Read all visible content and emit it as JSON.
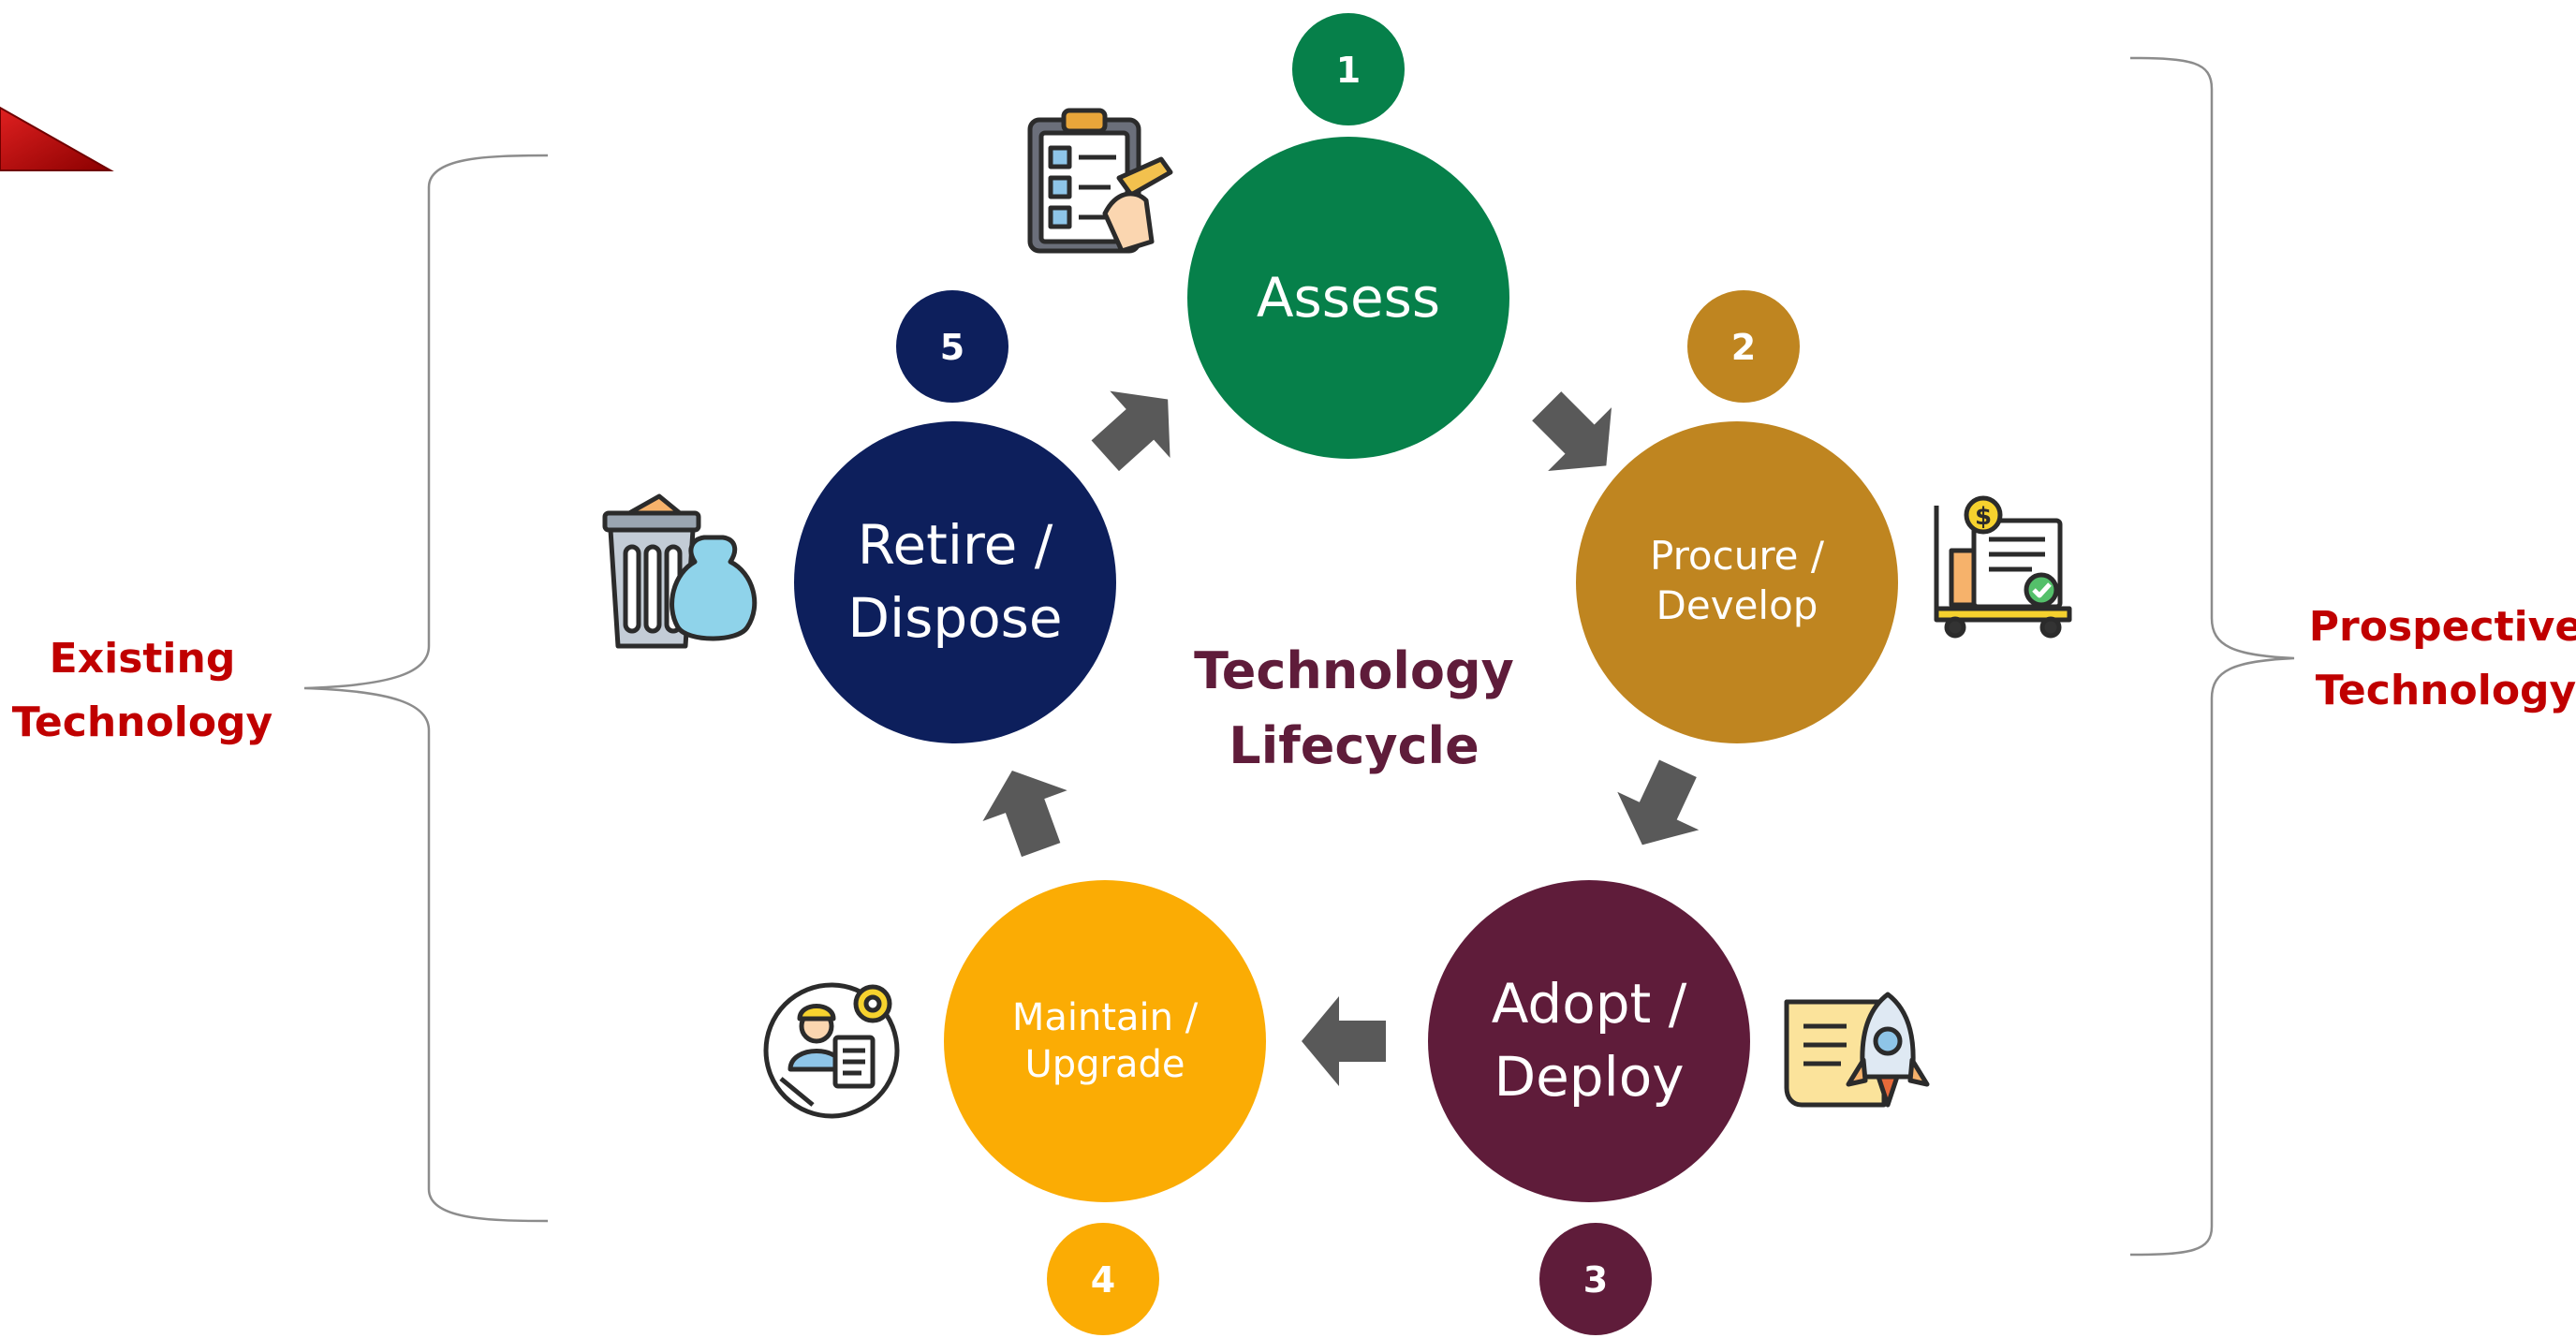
{
  "diagram": {
    "center_title_lines": [
      "Technology",
      "Lifecycle"
    ],
    "stages": [
      {
        "number": "1",
        "label_lines": [
          "Assess"
        ],
        "color": "#06804a",
        "icon": "checklist-clipboard-icon"
      },
      {
        "number": "2",
        "label_lines": [
          "Procure /",
          "Develop"
        ],
        "color": "#bf8520",
        "icon": "procurement-cart-icon"
      },
      {
        "number": "3",
        "label_lines": [
          "Adopt /",
          "Deploy"
        ],
        "color": "#5f1c3a",
        "icon": "launch-rocket-document-icon"
      },
      {
        "number": "4",
        "label_lines": [
          "Maintain /",
          "Upgrade"
        ],
        "color": "#fbac04",
        "icon": "maintenance-worker-gear-icon"
      },
      {
        "number": "5",
        "label_lines": [
          "Retire /",
          "Dispose"
        ],
        "color": "#0d1f5c",
        "icon": "trash-bin-disposal-icon"
      }
    ],
    "left_group_lines": [
      "Existing",
      "Technology"
    ],
    "right_group_lines": [
      "Prospective",
      "Technology"
    ],
    "accent_colors": {
      "group_label": "#c00000",
      "center_title": "#5f1c3a",
      "arrow": "#595959"
    }
  }
}
